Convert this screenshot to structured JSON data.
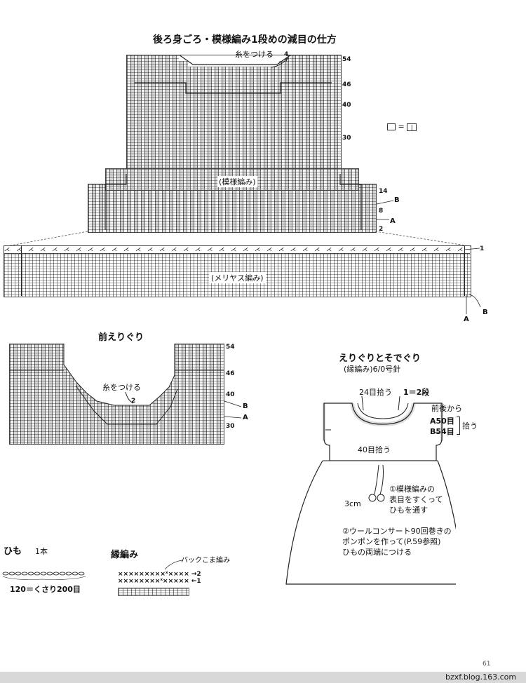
{
  "back": {
    "title": "後ろ身ごろ・模様編み1段めの減目の仕方",
    "yarn_attach": "糸をつける",
    "yarn_attach_count": "4",
    "pattern_label": "(模様編み)",
    "stockinette_label": "(メリヤス編み)",
    "row_numbers": [
      "54",
      "46",
      "40",
      "30",
      "14",
      "8",
      "2"
    ],
    "marker_b": "B",
    "marker_a": "A",
    "first_row": "1"
  },
  "legend": {
    "symbol_equals": "=",
    "symbol_value": "|"
  },
  "front": {
    "title": "前えりぐり",
    "yarn_attach": "糸をつける",
    "yarn_attach_count": "2",
    "row_numbers": [
      "54",
      "46",
      "40",
      "30"
    ],
    "marker_b": "B",
    "marker_a": "A"
  },
  "neckline": {
    "title": "えりぐりとそでぐり",
    "subtitle": "(縁編み)6/0号針",
    "pickup_top": "24目拾う",
    "ratio": "1＝2段",
    "front_back_from": "前後から",
    "a_count": "A50目",
    "b_count": "B54目",
    "pickup_word": "拾う",
    "pickup_bottom": "40目拾う",
    "pompom_size": "3cm",
    "note1_lines": [
      "①模様編みの",
      "表目をすくって",
      "ひもを通す"
    ],
    "note2_lines": [
      "②ウールコンサート90回巻きの",
      "ポンポンを作って(P.59参照)",
      "ひもの両端につける"
    ]
  },
  "cord": {
    "title": "ひも",
    "count": "1本",
    "spec": "120＝くさり200目"
  },
  "edging": {
    "title": "縁編み",
    "note": "バックこま編み",
    "row2": "×××××××××ˣ×××× →2",
    "row1": "××××××××ˣ××××× ←1"
  },
  "page_number": "61",
  "watermark": "bzxf.blog.163.com"
}
